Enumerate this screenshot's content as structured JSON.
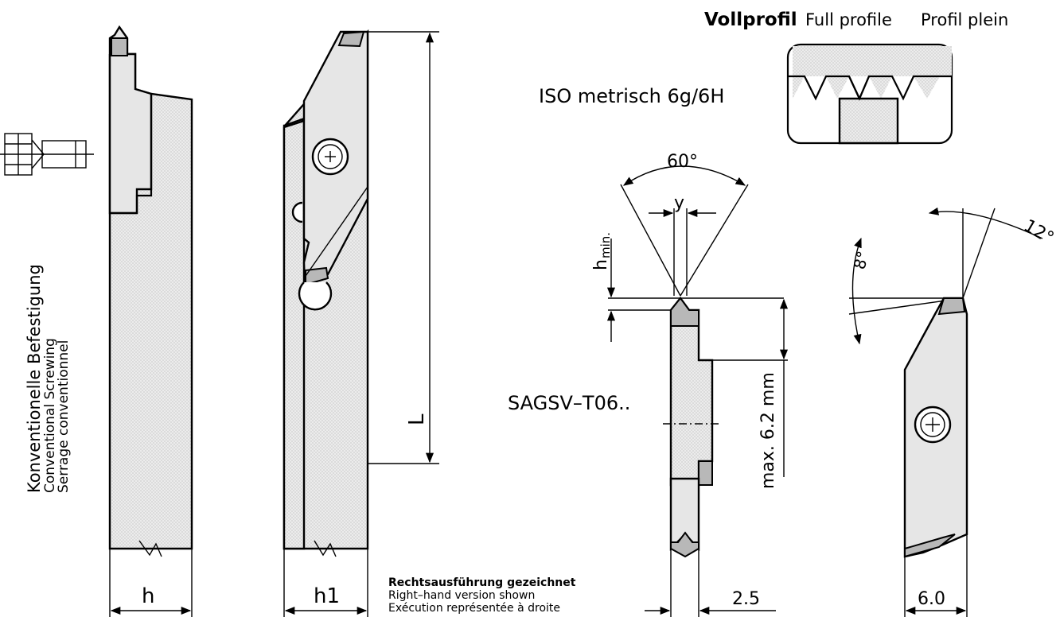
{
  "profile_title": {
    "vollprofil": "Vollprofil",
    "full_profile": "Full profile",
    "profil_plein": "Profil plein"
  },
  "iso_label": "ISO metrisch 6g/6H",
  "fastening": {
    "de": "Konventionelle Befestigung",
    "en": "Conventional Screwing",
    "fr": "Serrage conventionnel"
  },
  "insert_code": "SAGSV–T06..",
  "dimensions": {
    "h": "h",
    "h1": "h1",
    "L": "L",
    "angle_60": "60°",
    "y": "y",
    "h_min": "h",
    "h_min_sub": "min.",
    "max_depth": "max. 6.2 mm",
    "width_2_5": "2.5",
    "angle_8": "8°",
    "angle_12": "12°",
    "width_6_0": "6.0"
  },
  "version_note": {
    "de": "Rechtsausführung gezeichnet",
    "en": "Right–hand version shown",
    "fr": "Exécution représentée à droite"
  }
}
